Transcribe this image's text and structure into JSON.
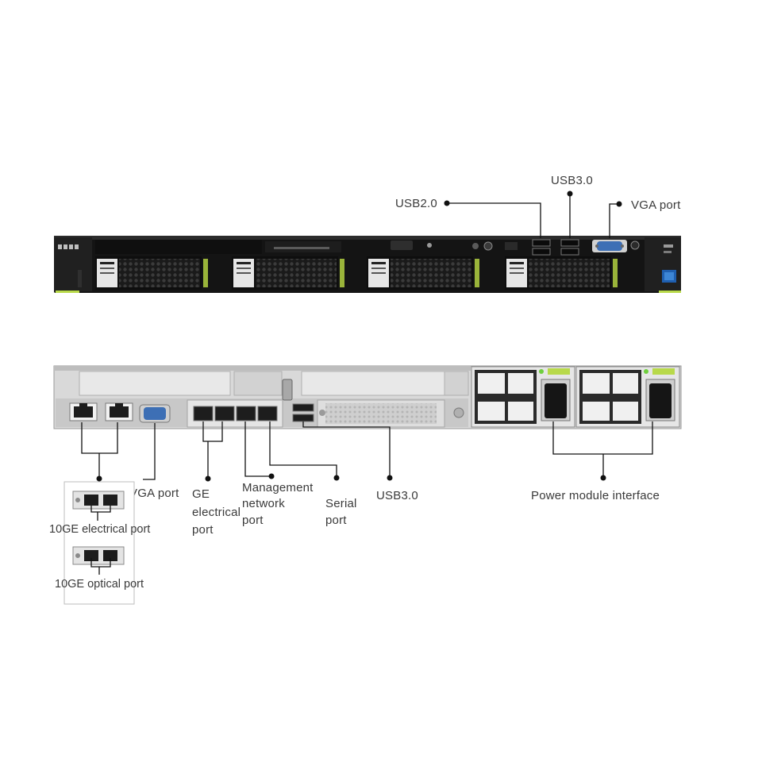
{
  "front_panel": {
    "callouts": {
      "usb2": "USB2.0",
      "usb3": "USB3.0",
      "vga": "VGA port"
    }
  },
  "rear_panel": {
    "callouts": {
      "vga": "VGA port",
      "ge_line1": "GE",
      "ge_line2": "electrical",
      "ge_line3": "port",
      "mgmt_line1": "Management",
      "mgmt_line2": "network",
      "mgmt_line3": "port",
      "serial_line1": "Serial",
      "serial_line2": "port",
      "usb3": "USB3.0",
      "power": "Power module interface"
    },
    "inset": {
      "electrical": "10GE electrical port",
      "optical": "10GE optical port"
    }
  },
  "colors": {
    "chassis_front": "#1b1b1b",
    "chassis_rear": "#dcdcdc",
    "accent_green": "#b8d94a",
    "vga_blue": "#3d6fb5"
  }
}
